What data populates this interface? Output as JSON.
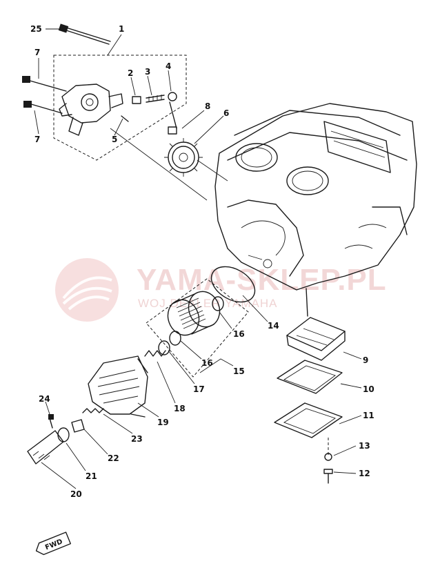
{
  "watermark": {
    "brand": "YAMA-SKLEP.PL",
    "tagline": "WOJ                  DEALER YAMAHA",
    "color": "#e8b7b7"
  },
  "direction_marker": "FWD",
  "callouts": [
    "25",
    "1",
    "7",
    "2",
    "3",
    "4",
    "7",
    "5",
    "8",
    "6",
    "14",
    "16",
    "16",
    "15",
    "17",
    "18",
    "19",
    "9",
    "10",
    "11",
    "13",
    "12",
    "24",
    "23",
    "22",
    "21",
    "20"
  ]
}
